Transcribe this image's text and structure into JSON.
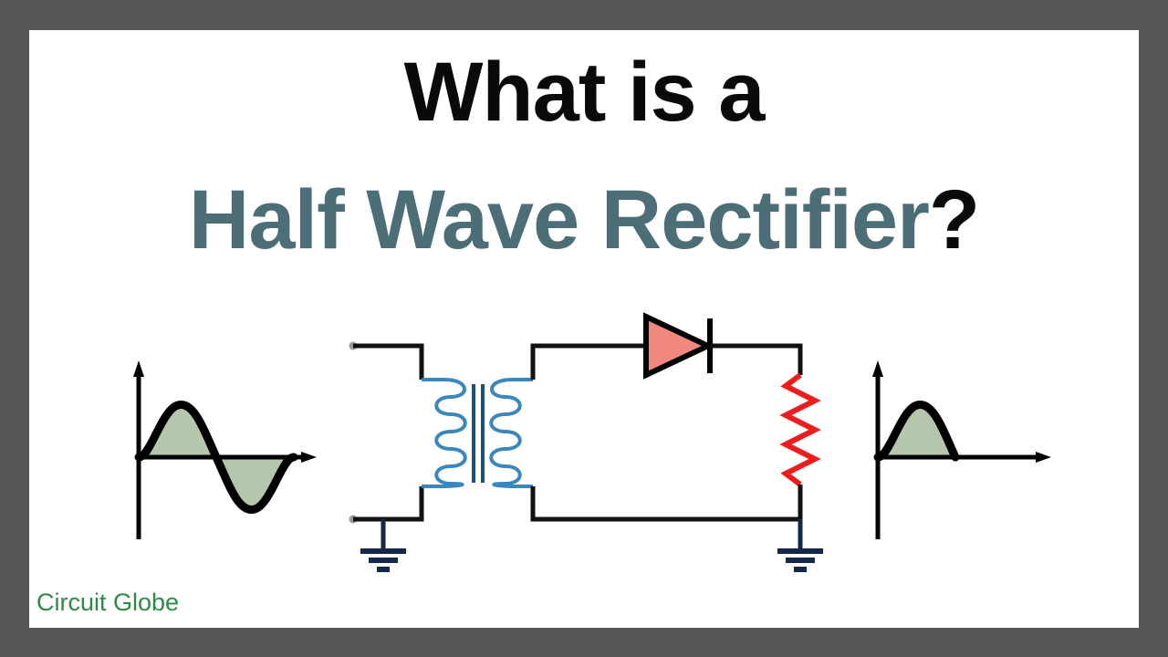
{
  "slide": {
    "background_color": "#565656",
    "panel_color": "#ffffff",
    "title_line_1": "What is a",
    "title_line_2_main": "Half Wave Rectifier",
    "title_line_2_suffix": "?",
    "title_color_black": "#0a0a0a",
    "title_color_teal": "#4c6e77",
    "watermark": "Circuit Globe",
    "watermark_color": "#2d8b46"
  },
  "diagram": {
    "name": "half-wave-rectifier-circuit",
    "colors": {
      "wire_black": "#111111",
      "coil_blue": "#3b87bd",
      "core_blue": "#1d4f7c",
      "ground_navy": "#16284a",
      "diode_fill": "#f2877e",
      "diode_outline": "#000000",
      "resistor_red": "#ee1c1c",
      "terminal_dot": "#9a9a9a",
      "wave_fill": "#b5c6ac",
      "wave_stroke": "#000000",
      "axis_black": "#000000"
    },
    "components": [
      {
        "id": "ac-input-terminals",
        "label": "AC input terminals"
      },
      {
        "id": "transformer",
        "label": "Transformer"
      },
      {
        "id": "diode",
        "label": "Diode"
      },
      {
        "id": "load-resistor",
        "label": "Load resistor"
      },
      {
        "id": "ground-primary",
        "label": "Ground (primary side)"
      },
      {
        "id": "ground-secondary",
        "label": "Ground (load side)"
      }
    ]
  },
  "chart_data": [
    {
      "type": "line",
      "id": "input-waveform",
      "title": "Input AC sine wave",
      "xlabel": "",
      "ylabel": "",
      "grid": false,
      "legend": "none",
      "xlim": [
        0,
        1
      ],
      "ylim": [
        -1,
        1
      ],
      "shaded": true,
      "cycles": 1,
      "x": [
        0,
        0.0625,
        0.125,
        0.1875,
        0.25,
        0.3125,
        0.375,
        0.4375,
        0.5,
        0.5625,
        0.625,
        0.6875,
        0.75,
        0.8125,
        0.875,
        0.9375,
        1
      ],
      "values": [
        0,
        0.383,
        0.707,
        0.924,
        1,
        0.924,
        0.707,
        0.383,
        0,
        -0.383,
        -0.707,
        -0.924,
        -1,
        -0.924,
        -0.707,
        -0.383,
        0
      ]
    },
    {
      "type": "line",
      "id": "output-waveform",
      "title": "Rectified half wave output",
      "xlabel": "",
      "ylabel": "",
      "grid": false,
      "legend": "none",
      "xlim": [
        0,
        1
      ],
      "ylim": [
        -1,
        1
      ],
      "shaded": true,
      "cycles": 1,
      "x": [
        0,
        0.0625,
        0.125,
        0.1875,
        0.25,
        0.3125,
        0.375,
        0.4375,
        0.5,
        0.5625,
        0.625,
        0.6875,
        0.75,
        0.8125,
        0.875,
        0.9375,
        1
      ],
      "values": [
        0,
        0.383,
        0.707,
        0.924,
        1,
        0.924,
        0.707,
        0.383,
        0,
        0,
        0,
        0,
        0,
        0,
        0,
        0,
        0
      ]
    }
  ]
}
